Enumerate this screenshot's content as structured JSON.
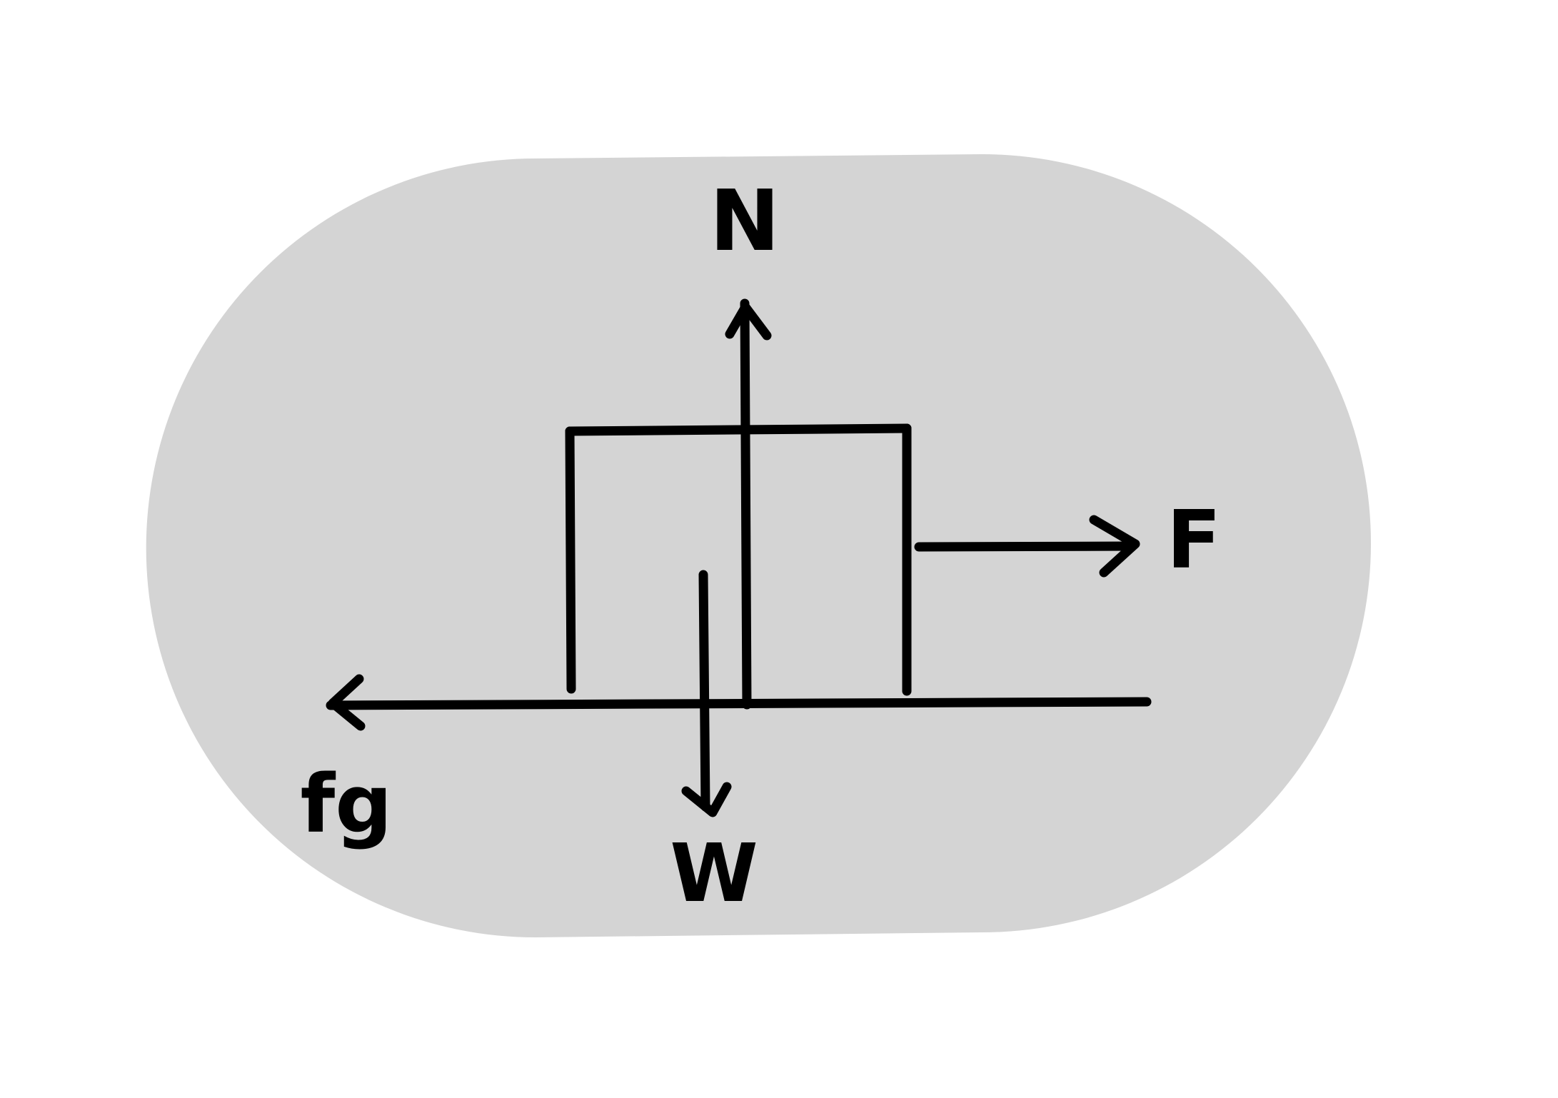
{
  "diagram": {
    "background_color": "#d4d4d4",
    "ink_color": "#000000",
    "labels": {
      "normal_force": "N",
      "applied_force": "F",
      "weight": "W",
      "friction": "fg"
    }
  }
}
